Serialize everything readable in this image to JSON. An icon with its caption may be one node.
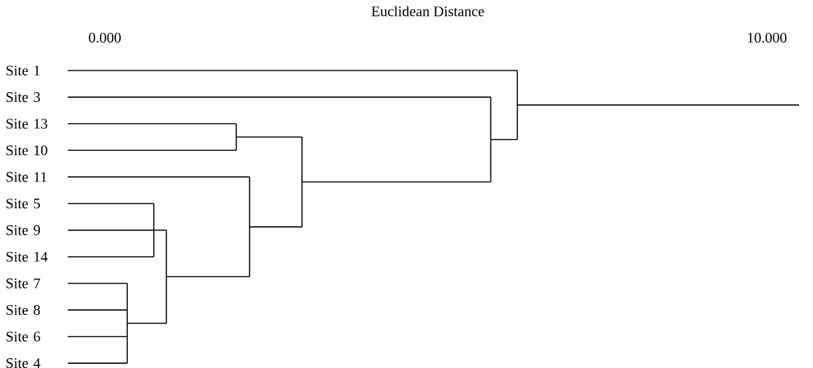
{
  "diagram": {
    "nodes": [
      {
        "text": [
          "Site 1"
        ]
      },
      {
        "text": [
          "Site 3"
        ]
      },
      {
        "text": [
          "Site 13"
        ]
      },
      {
        "text": [
          "Site 10"
        ]
      },
      {
        "text": [
          "Site 11"
        ]
      },
      {
        "text": [
          "Site 5"
        ]
      },
      {
        "text": [
          "Site 9"
        ]
      },
      {
        "text": [
          "Site 14"
        ]
      },
      {
        "text": [
          "Site 7"
        ]
      },
      {
        "text": [
          "Site 8"
        ]
      },
      {
        "text": [
          "Site 6"
        ]
      },
      {
        "text": [
          "Site 4"
        ]
      },
      {
        "text": [],
        "shape": "bar"
      },
      {
        "text": [],
        "shape": "bar"
      },
      {
        "text": [],
        "shape": "bar"
      },
      {
        "text": [],
        "shape": "bar"
      },
      {
        "text": [],
        "shape": "bar"
      },
      {
        "text": [],
        "shape": "bar"
      },
      {
        "text": [],
        "shape": "bar"
      },
      {
        "text": [],
        "shape": "bar"
      }
    ],
    "edges": [
      {
        "from": 8,
        "to": 12,
        "arrow": "none"
      },
      {
        "from": 9,
        "to": 12,
        "arrow": "none"
      },
      {
        "from": 10,
        "to": 12,
        "arrow": "none"
      },
      {
        "from": 11,
        "to": 12,
        "arrow": "none"
      },
      {
        "from": 5,
        "to": 13,
        "arrow": "none"
      },
      {
        "from": 6,
        "to": 13,
        "arrow": "none"
      },
      {
        "from": 7,
        "to": 13,
        "arrow": "none"
      },
      {
        "from": 12,
        "to": 14,
        "arrow": "none"
      },
      {
        "from": 13,
        "to": 14,
        "arrow": "none"
      },
      {
        "from": 2,
        "to": 15,
        "arrow": "none"
      },
      {
        "from": 3,
        "to": 15,
        "arrow": "none"
      },
      {
        "from": 4,
        "to": 16,
        "arrow": "none"
      },
      {
        "from": 14,
        "to": 16,
        "arrow": "none"
      },
      {
        "from": 15,
        "to": 17,
        "arrow": "none"
      },
      {
        "from": 16,
        "to": 17,
        "arrow": "none"
      },
      {
        "from": 1,
        "to": 18,
        "arrow": "none"
      },
      {
        "from": 17,
        "to": 18,
        "arrow": "none"
      },
      {
        "from": 0,
        "to": 19,
        "arrow": "none"
      },
      {
        "from": 18,
        "to": 19,
        "arrow": "none"
      },
      {
        "from": 19,
        "to": null,
        "arrow": "none"
      }
    ],
    "labels": [
      "Euclidean Distance",
      "0.000",
      "10.000"
    ]
  }
}
